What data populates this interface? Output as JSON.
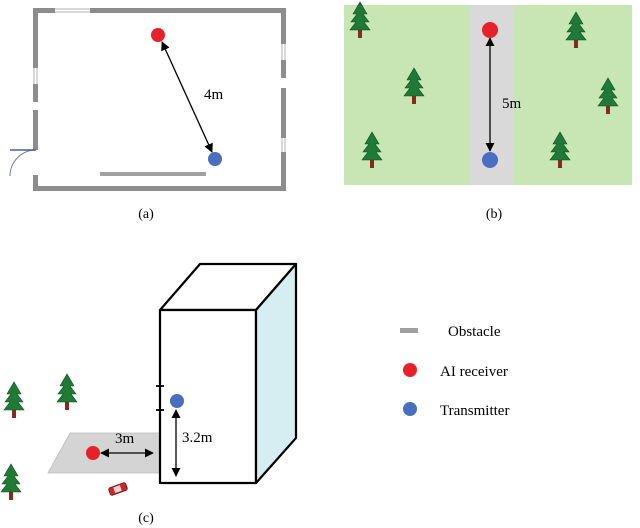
{
  "panels": {
    "a": {
      "caption": "(a)",
      "distance": "4m"
    },
    "b": {
      "caption": "(b)",
      "distance": "5m"
    },
    "c": {
      "caption": "(c)",
      "horizontal_distance": "3m",
      "vertical_distance": "3.2m"
    }
  },
  "legend": {
    "obstacle": "Obstacle",
    "receiver": "AI receiver",
    "transmitter": "Transmitter"
  },
  "colors": {
    "receiver": "#e8202a",
    "transmitter": "#4a6fc0",
    "obstacle": "#a0a0a0",
    "grass": "#c8e6b4",
    "road": "#d9d9d9",
    "building_side": "#d6eef2",
    "tree": "#1e7a35",
    "trunk": "#8a2a1f"
  },
  "icons": [
    "tree-icon",
    "car-icon",
    "window-icon",
    "door-icon"
  ]
}
